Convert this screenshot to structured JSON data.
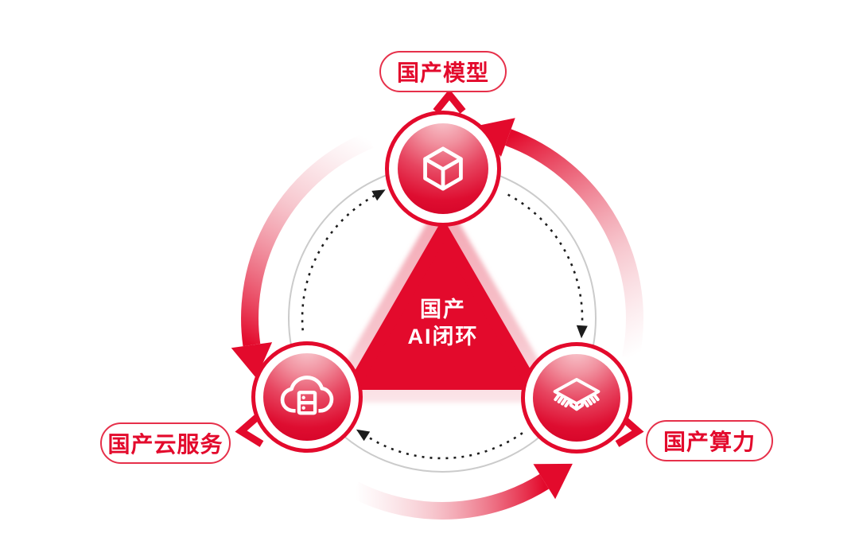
{
  "diagram": {
    "title_center": {
      "line1": "国产",
      "line2": "AI闭环"
    },
    "nodes": [
      {
        "id": "model",
        "label": "国产模型",
        "icon": "cube-icon"
      },
      {
        "id": "cloud",
        "label": "国产云服务",
        "icon": "cloud-server-icon"
      },
      {
        "id": "compute",
        "label": "国产算力",
        "icon": "chip-icon"
      }
    ],
    "flow": {
      "outer_arrows": "counterclockwise",
      "inner_dashed_arrows": "clockwise"
    },
    "colors": {
      "primary_red": "#E30A2C",
      "light_pink": "#F5B8C1",
      "gray_ring": "#CBCBCB",
      "dash_black": "#1C1C1C"
    }
  }
}
